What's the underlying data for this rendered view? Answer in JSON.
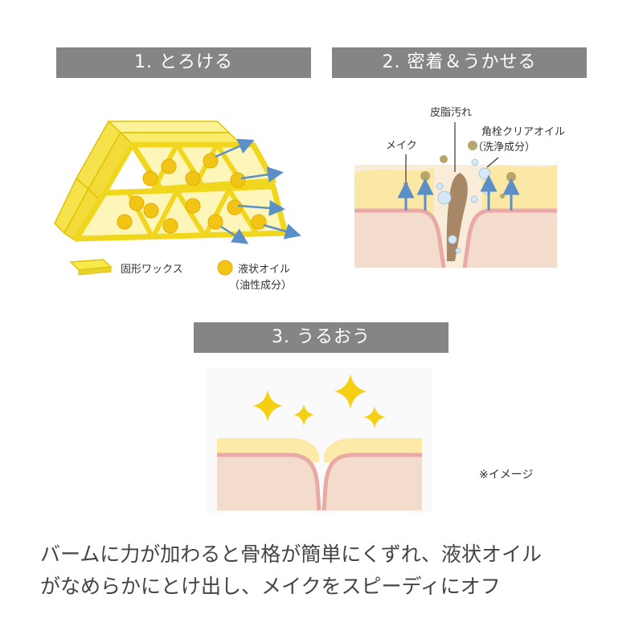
{
  "section1": {
    "title": "1. とろける",
    "legend_wax": "固形ワックス",
    "legend_oil_line1": "液状オイル",
    "legend_oil_line2": "（油性成分）"
  },
  "section2": {
    "title": "2. 密着＆うかせる",
    "label_sebum": "皮脂汚れ",
    "label_makeup": "メイク",
    "label_oil_line1": "角栓クリアオイル",
    "label_oil_line2": "（洗浄成分）"
  },
  "section3": {
    "title": "3. うるおう",
    "note": "※イメージ"
  },
  "description": {
    "line1": "バームに力が加わると骨格が簡単にくずれ、液状オイル",
    "line2": "がなめらかにとけ出し、メイクをスピーディにオフ"
  },
  "colors": {
    "banner": "#858585",
    "wax": "#f8ea4c",
    "oil": "#f2c416",
    "arrow": "#5b8fc7",
    "skin": "#f3dccc",
    "skin_line": "#e9a9a6",
    "sparkle": "#f6cf10"
  }
}
